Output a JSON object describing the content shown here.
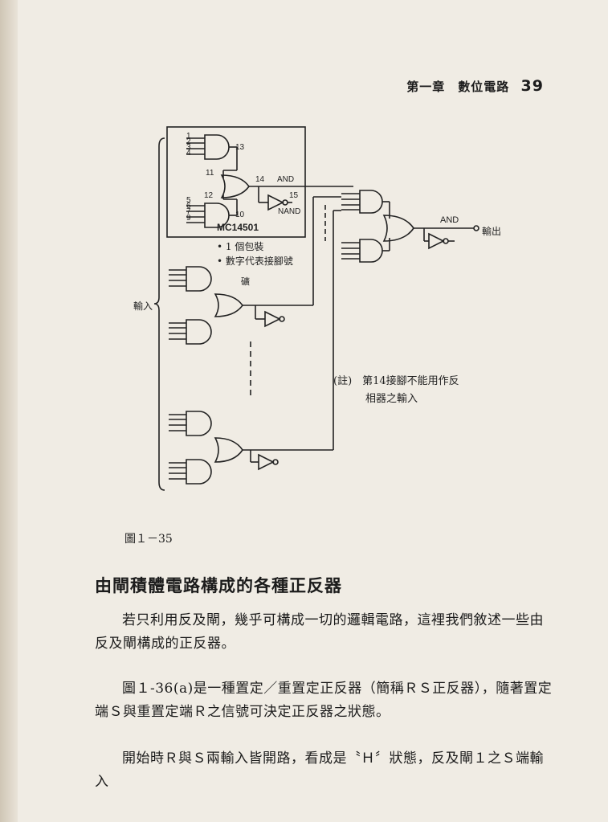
{
  "header": {
    "chapter": "第一章　數位電路",
    "page_number": "39"
  },
  "figure": {
    "chip_label": "MC14501",
    "notes": [
      "• 1 個包裝",
      "• 數字代表接腳號"
    ],
    "pins": {
      "p1": "1",
      "p2": "2",
      "p3": "3",
      "p4": "4",
      "p5": "5",
      "p6": "6",
      "p7": "7",
      "p9": "9",
      "p10": "10",
      "p11": "11",
      "p12": "12",
      "p13": "13",
      "p14": "14",
      "p15": "15"
    },
    "and_label_top": "AND",
    "nand_label": "NAND",
    "and_label_out": "AND",
    "output_label": "輸出",
    "input_label": "輸入",
    "side_char": "礦",
    "remark_line1": "(註)　第14接腳不能用作反",
    "remark_line2": "相器之輸入"
  },
  "caption": "圖１－35",
  "section_heading": "由閘積體電路構成的各種正反器",
  "paragraphs": [
    "若只利用反及閘，幾乎可構成一切的邏輯電路，這裡我們敘述一些由反及閘構成的正反器。",
    "圖１-36(a)是一種置定／重置定正反器（簡稱ＲＳ正反器），隨著置定端Ｓ與重置定端Ｒ之信號可決定正反器之狀態。",
    "開始時Ｒ與Ｓ兩輸入皆開路，看成是〝Ｈ〞狀態，反及閘１之Ｓ端輸入"
  ]
}
